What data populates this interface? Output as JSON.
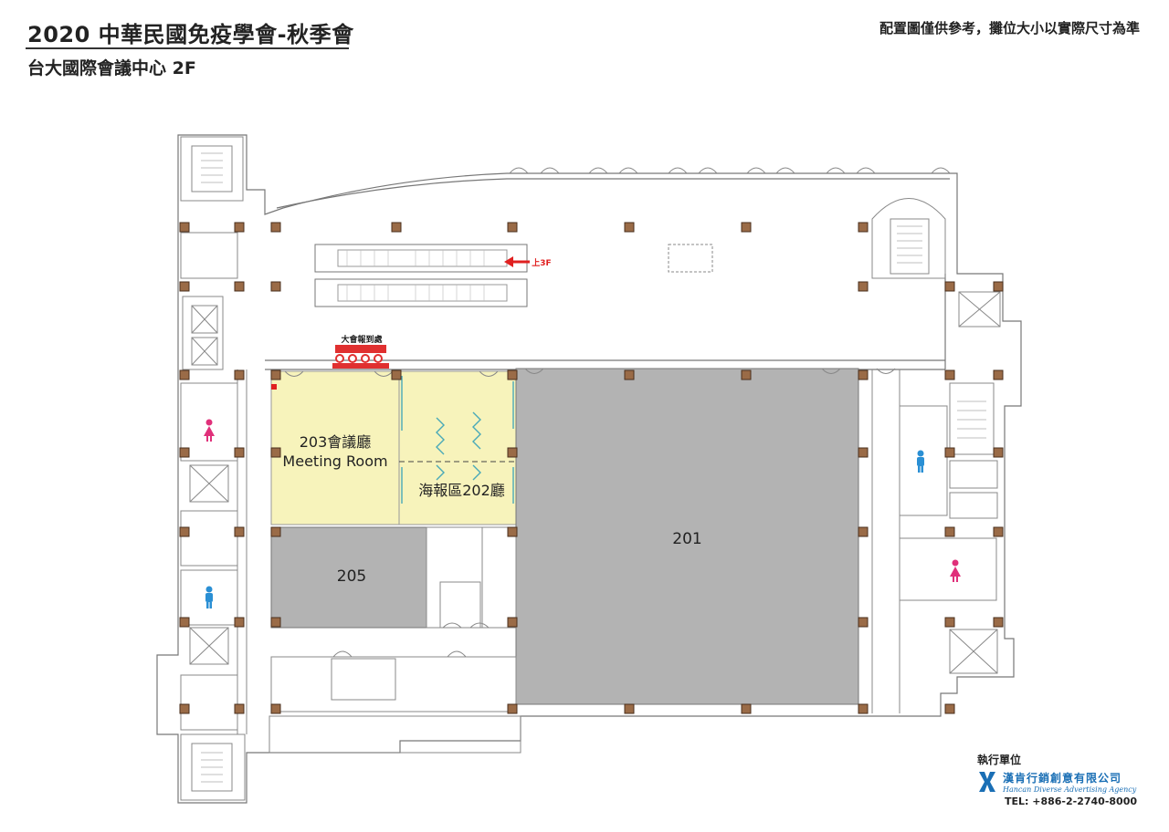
{
  "header": {
    "title": "2020 中華民國免疫學會-秋季會",
    "subtitle": "台大國際會議中心 2F",
    "note": "配置圖僅供參考，攤位大小以實際尺寸為準"
  },
  "rooms": {
    "room203_line1": "203會議廳",
    "room203_line2": "Meeting Room",
    "poster202": "海報區202廳",
    "room201": "201",
    "room205": "205"
  },
  "labels": {
    "registration": "大會報到處",
    "escalator_up": "上3F"
  },
  "colors": {
    "yellow_room": "#f7f3bb",
    "gray_room": "#b3b3b3",
    "column": "#9a6b47",
    "registration_red": "#e03030",
    "female_icon": "#e0307a",
    "male_icon": "#2a8fd4"
  },
  "footer": {
    "executor_label": "執行單位",
    "company_cn": "漢肯行銷創意有限公司",
    "company_en": "Hancan Diverse Advertising Agency",
    "tel": "TEL: +886-2-2740-8000"
  }
}
